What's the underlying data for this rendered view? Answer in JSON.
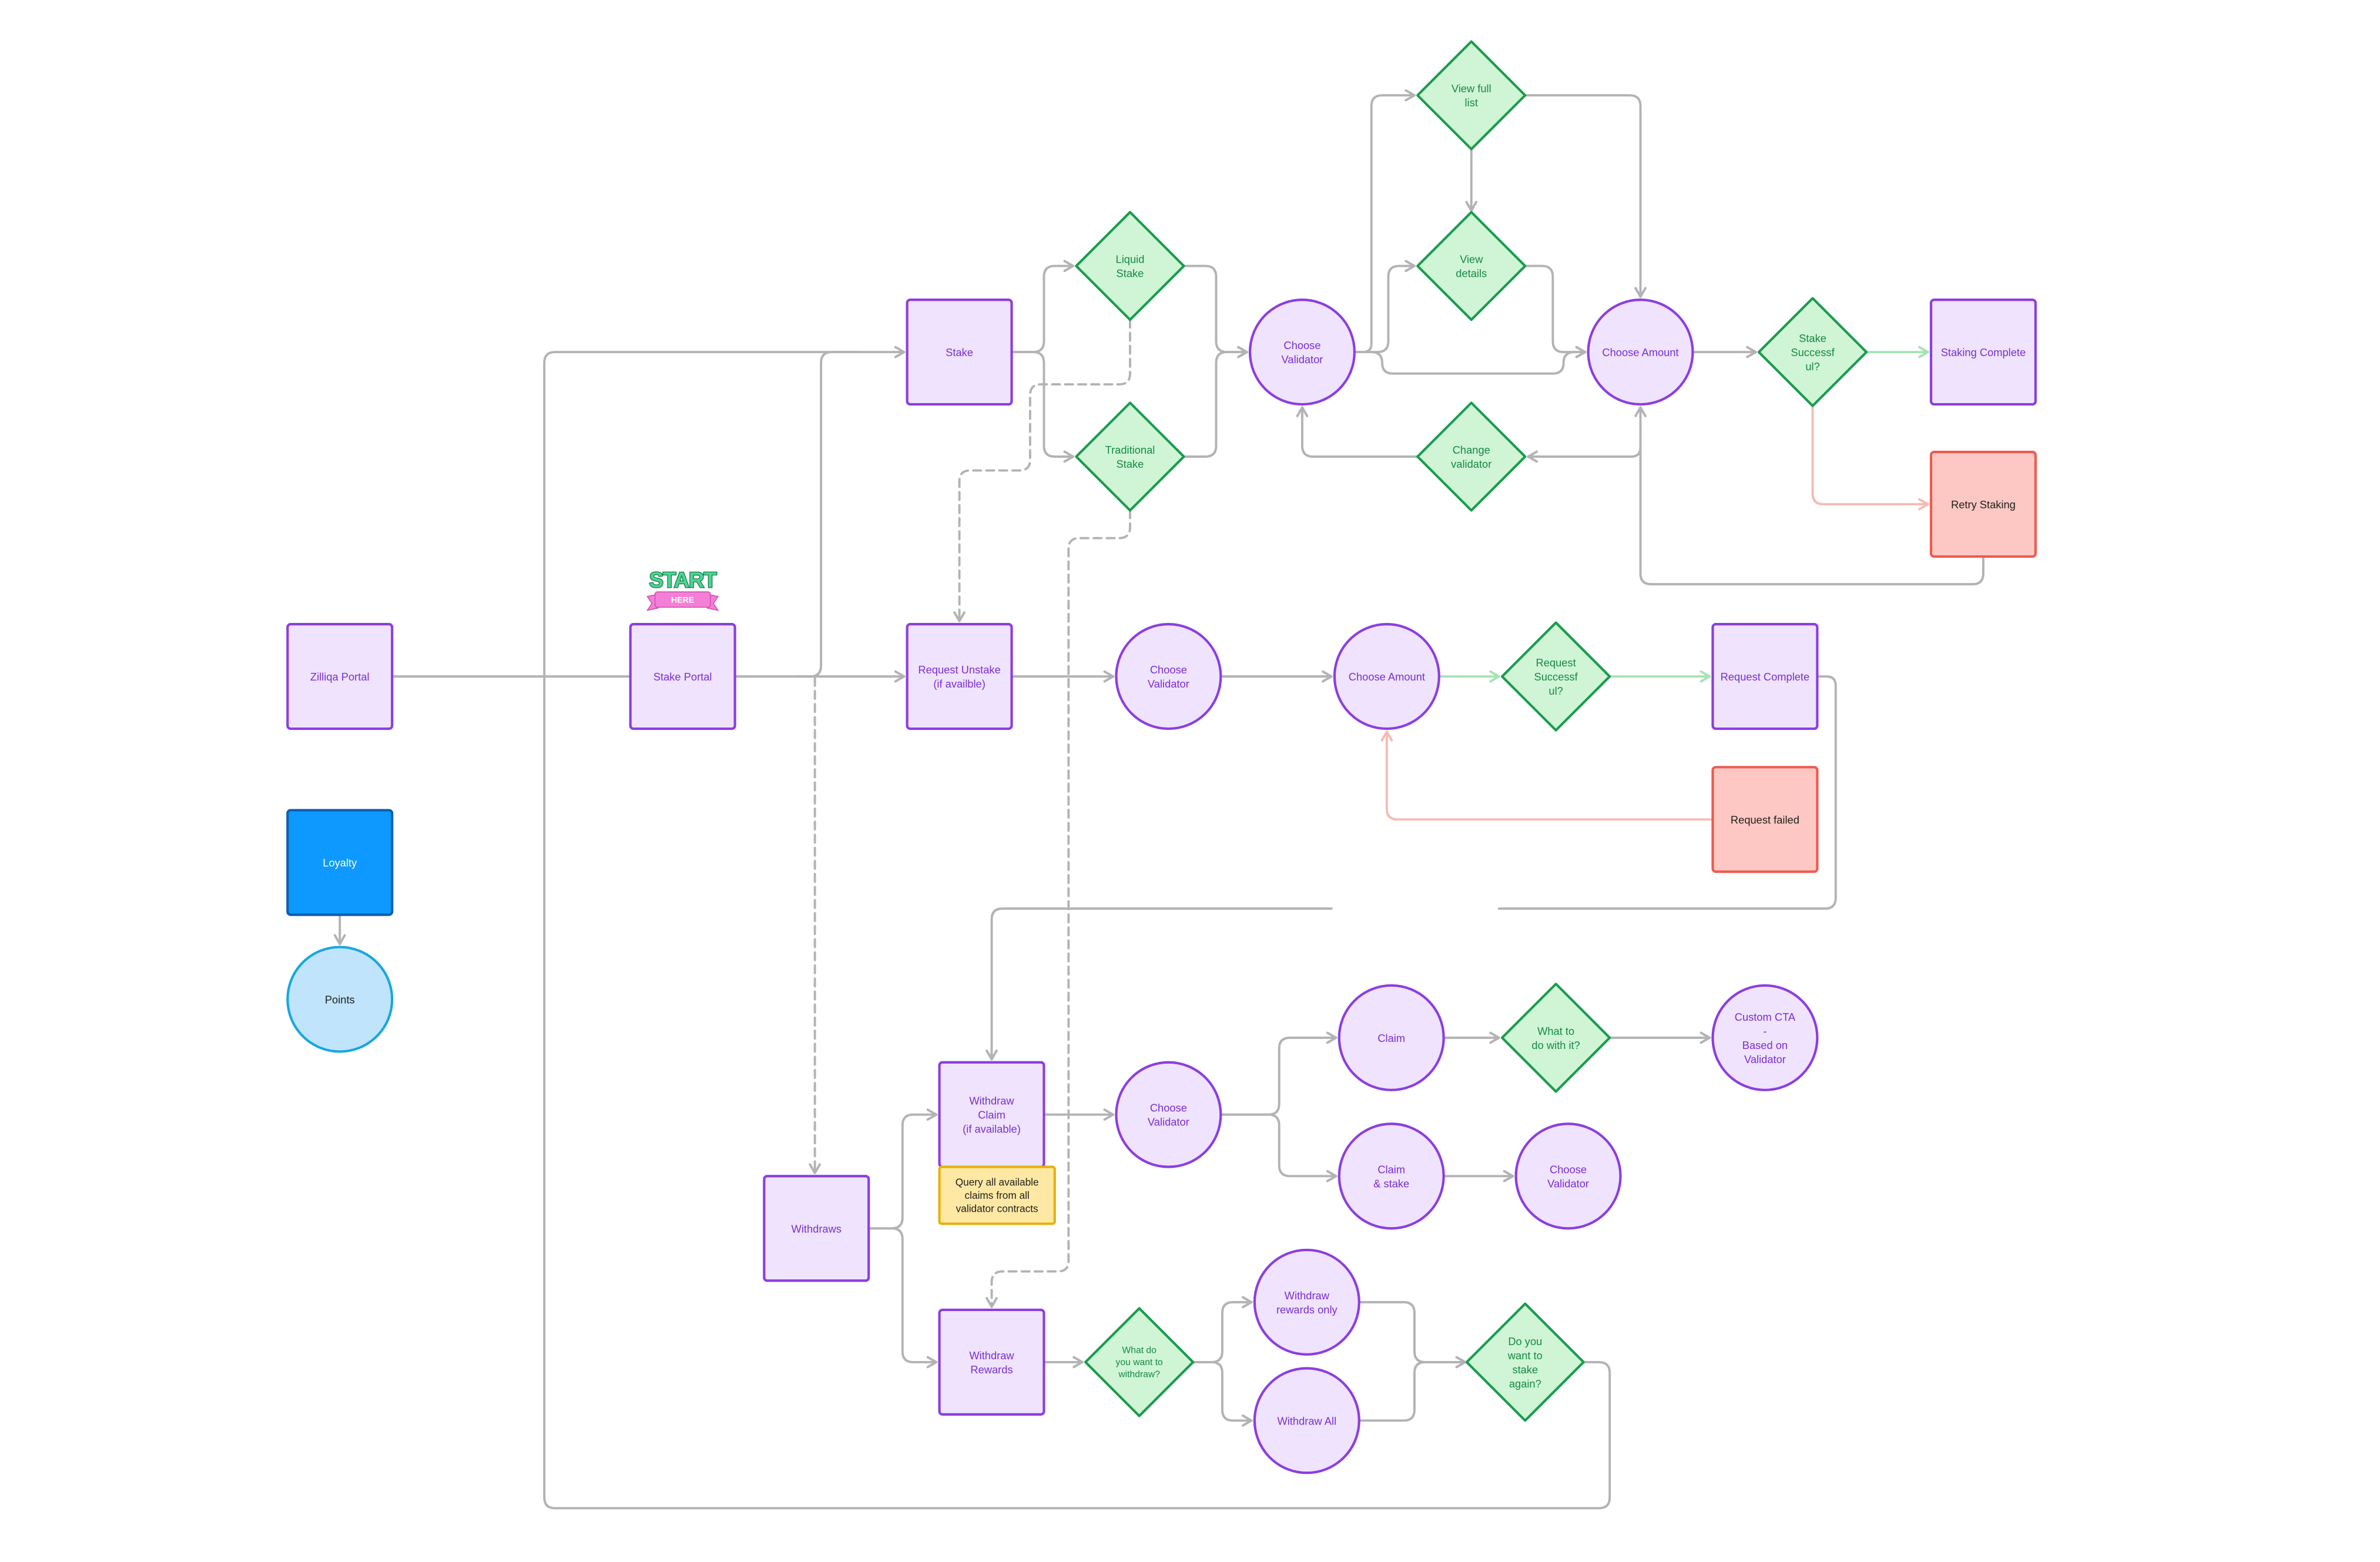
{
  "diagram": {
    "start_badge": {
      "top": "START",
      "bottom": "HERE"
    },
    "nodes": {
      "zilliqa_portal": {
        "lines": [
          "Zilliqa Portal"
        ]
      },
      "stake_portal": {
        "lines": [
          "Stake Portal"
        ]
      },
      "stake": {
        "lines": [
          "Stake"
        ]
      },
      "request_unstake": {
        "lines": [
          "Request Unstake",
          "(if availble)"
        ]
      },
      "liquid_stake": {
        "lines": [
          "Liquid",
          "Stake"
        ]
      },
      "traditional_stake": {
        "lines": [
          "Traditional",
          "Stake"
        ]
      },
      "choose_validator_stake": {
        "lines": [
          "Choose",
          "Validator"
        ]
      },
      "view_full_list": {
        "lines": [
          "View full",
          "list"
        ]
      },
      "view_details": {
        "lines": [
          "View",
          "details"
        ]
      },
      "change_validator": {
        "lines": [
          "Change",
          "validator"
        ]
      },
      "choose_amount_stake": {
        "lines": [
          "Choose Amount"
        ]
      },
      "stake_successful": {
        "lines": [
          "Stake",
          "Successf",
          "ul?"
        ]
      },
      "staking_complete": {
        "lines": [
          "Staking Complete"
        ]
      },
      "retry_staking": {
        "lines": [
          "Retry Staking"
        ]
      },
      "choose_validator_unstake": {
        "lines": [
          "Choose",
          "Validator"
        ]
      },
      "choose_amount_unstake": {
        "lines": [
          "Choose Amount"
        ]
      },
      "request_successful": {
        "lines": [
          "Request",
          "Successf",
          "ul?"
        ]
      },
      "request_complete": {
        "lines": [
          "Request Complete"
        ]
      },
      "request_failed": {
        "lines": [
          "Request failed"
        ]
      },
      "loyalty": {
        "lines": [
          "Loyalty"
        ]
      },
      "points": {
        "lines": [
          "Points"
        ]
      },
      "withdraw_claim": {
        "lines": [
          "Withdraw",
          "Claim",
          "(if available)"
        ]
      },
      "query_note": {
        "lines": [
          "Query all available",
          "claims from all",
          "validator contracts"
        ]
      },
      "choose_validator_claim": {
        "lines": [
          "Choose",
          "Validator"
        ]
      },
      "claim": {
        "lines": [
          "Claim"
        ]
      },
      "claim_and_stake": {
        "lines": [
          "Claim",
          "& stake"
        ]
      },
      "what_to_do": {
        "lines": [
          "What to",
          "do with it?"
        ]
      },
      "custom_cta": {
        "lines": [
          "Custom CTA",
          "-",
          "Based on",
          "Validator"
        ]
      },
      "choose_validator_restake": {
        "lines": [
          "Choose",
          "Validator"
        ]
      },
      "withdraws": {
        "lines": [
          "Withdraws"
        ]
      },
      "withdraw_rewards": {
        "lines": [
          "Withdraw",
          "Rewards"
        ]
      },
      "what_to_withdraw": {
        "lines": [
          "What do",
          "you want to",
          "withdraw?"
        ]
      },
      "withdraw_rewards_only": {
        "lines": [
          "Withdraw",
          "rewards only"
        ]
      },
      "withdraw_all": {
        "lines": [
          "Withdraw All"
        ]
      },
      "stake_again": {
        "lines": [
          "Do you",
          "want to",
          "stake",
          "again?"
        ]
      }
    },
    "colors": {
      "process_fill": "#efe3fd",
      "process_stroke": "#8b3ee0",
      "process_text": "#7a2fd4",
      "decision_fill": "#cff5d6",
      "decision_stroke": "#1a9c4e",
      "decision_text": "#178a44",
      "error_fill": "#fdc8c3",
      "error_stroke": "#ef5a50",
      "loyalty_fill": "#0d99ff",
      "loyalty_stroke": "#0a5fb0",
      "loyalty_text": "#ffffff",
      "points_fill": "#bfe4fc",
      "points_stroke": "#18a7df",
      "note_fill": "#ffe8a3",
      "note_stroke": "#e6b10e",
      "dark_text": "#1e1e1e",
      "connector": "#b3b3b3",
      "success_connector": "#a6e4b4",
      "failure_connector": "#f7bab5",
      "badge_green": "#4cd494",
      "badge_outline": "#12703f",
      "badge_ribbon": "#f47fd6",
      "badge_ribbon_edge": "#d14eb2"
    }
  }
}
